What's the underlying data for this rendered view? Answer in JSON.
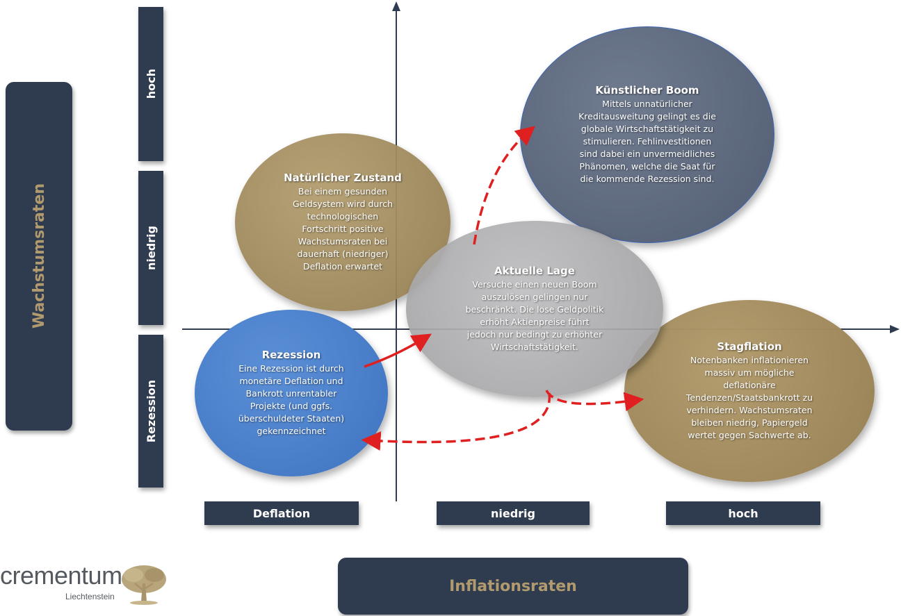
{
  "y_axis": {
    "title": "Wachstumsraten",
    "levels": [
      "hoch",
      "niedrig",
      "Rezession"
    ]
  },
  "x_axis": {
    "title": "Inflationsraten",
    "levels": [
      "Deflation",
      "niedrig",
      "hoch"
    ]
  },
  "bubbles": [
    {
      "title": "Natürlicher Zustand",
      "text": "Bei einem gesunden\nGeldsystem wird durch\ntechnologischen\nFortschritt positive\nWachstumsraten bei\ndauerhaft (niedriger)\nDeflation erwartet",
      "color": "#9e8a5e"
    },
    {
      "title": "Künstlicher Boom",
      "text": "Mittels unnatürlicher\nKreditausweitung gelingt es die\nglobale Wirtschaftstätigkeit zu\nstimulieren. Fehlinvestitionen\nsind dabei ein unvermeidliches\nPhänomen, welche die Saat für\ndie kommende Rezession sind.",
      "color": "#5a6680"
    },
    {
      "title": "Rezession",
      "text": "Eine Rezession ist durch\nmonetäre Deflation und\nBankrott unrentabler\nProjekte (und ggfs.\nüberschuldeter Staaten)\ngekennzeichnet",
      "color": "#4a80cc"
    },
    {
      "title": "Stagflation",
      "text": "Notenbanken inflationieren\nmassiv um mögliche\ndeflationäre\nTendenzen/Staatsbankrott zu\nverhindern. Wachstumsraten\nbleiben niedrig, Papiergeld\nwertet gegen Sachwerte ab.",
      "color": "#9e8a5e"
    },
    {
      "title": "Aktuelle Lage",
      "text": "Versuche einen neuen Boom\nauszulösen gelingen nur\nbeschränkt. Die lose Geldpolitik\nerhöht Aktienpreise führt\njedoch nur bedingt zu erhöhter\nWirtschaftstätigkeit.",
      "color": "#a8a8aa"
    }
  ],
  "logo": {
    "name": "crementum",
    "sub": "Liechtenstein"
  },
  "colors": {
    "label_box": "#2f3b4e",
    "title_text": "#b09a6e",
    "arrow": "#e02020",
    "axis": "#2f3b4e"
  }
}
